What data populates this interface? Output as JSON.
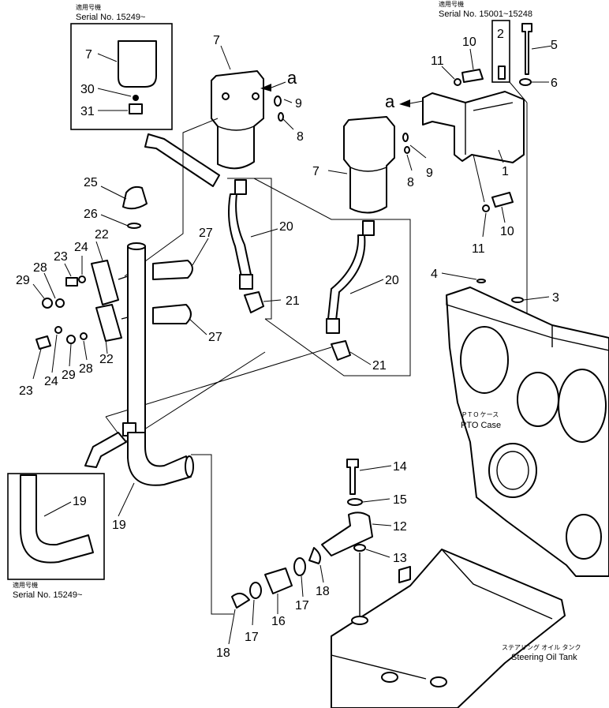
{
  "callouts": [
    {
      "id": "c-7a",
      "label": "7"
    },
    {
      "id": "c-30",
      "label": "30"
    },
    {
      "id": "c-31",
      "label": "31"
    },
    {
      "id": "c-7b",
      "label": "7"
    },
    {
      "id": "c-a1",
      "label": "a"
    },
    {
      "id": "c-9a",
      "label": "9"
    },
    {
      "id": "c-8a",
      "label": "8"
    },
    {
      "id": "c-7c",
      "label": "7"
    },
    {
      "id": "c-9b",
      "label": "9"
    },
    {
      "id": "c-8b",
      "label": "8"
    },
    {
      "id": "c-2",
      "label": "2"
    },
    {
      "id": "c-5",
      "label": "5"
    },
    {
      "id": "c-10a",
      "label": "10"
    },
    {
      "id": "c-11a",
      "label": "11"
    },
    {
      "id": "c-a2",
      "label": "a"
    },
    {
      "id": "c-6",
      "label": "6"
    },
    {
      "id": "c-1",
      "label": "1"
    },
    {
      "id": "c-10b",
      "label": "10"
    },
    {
      "id": "c-11b",
      "label": "11"
    },
    {
      "id": "c-25",
      "label": "25"
    },
    {
      "id": "c-26",
      "label": "26"
    },
    {
      "id": "c-22a",
      "label": "22"
    },
    {
      "id": "c-27a",
      "label": "27"
    },
    {
      "id": "c-28a",
      "label": "28"
    },
    {
      "id": "c-23a",
      "label": "23"
    },
    {
      "id": "c-24a",
      "label": "24"
    },
    {
      "id": "c-29a",
      "label": "29"
    },
    {
      "id": "c-20a",
      "label": "20"
    },
    {
      "id": "c-21a",
      "label": "21"
    },
    {
      "id": "c-20b",
      "label": "20"
    },
    {
      "id": "c-21b",
      "label": "21"
    },
    {
      "id": "c-27b",
      "label": "27"
    },
    {
      "id": "c-23b",
      "label": "23"
    },
    {
      "id": "c-24b",
      "label": "24"
    },
    {
      "id": "c-29b",
      "label": "29"
    },
    {
      "id": "c-28b",
      "label": "28"
    },
    {
      "id": "c-22b",
      "label": "22"
    },
    {
      "id": "c-4",
      "label": "4"
    },
    {
      "id": "c-3",
      "label": "3"
    },
    {
      "id": "c-19a",
      "label": "19"
    },
    {
      "id": "c-19b",
      "label": "19"
    },
    {
      "id": "c-14",
      "label": "14"
    },
    {
      "id": "c-15",
      "label": "15"
    },
    {
      "id": "c-12",
      "label": "12"
    },
    {
      "id": "c-13",
      "label": "13"
    },
    {
      "id": "c-18a",
      "label": "18"
    },
    {
      "id": "c-17a",
      "label": "17"
    },
    {
      "id": "c-16",
      "label": "16"
    },
    {
      "id": "c-17b",
      "label": "17"
    },
    {
      "id": "c-18b",
      "label": "18"
    }
  ],
  "captions": {
    "inset_top": {
      "jp": "適用号機",
      "en": "Serial  No.  15249~"
    },
    "inset_bottom": {
      "jp": "適用号機",
      "en": "Serial  No.  15249~"
    },
    "serial_right": {
      "jp": "適用号機",
      "en": "Serial  No.  15001~15248"
    },
    "pto": {
      "jp": "P T O  ケース",
      "en": "PTO Case"
    },
    "tank": {
      "jp": "ステアリング オイル タンク",
      "en": "Steering Oil Tank"
    }
  },
  "colors": {
    "ink": "#000000",
    "paper": "#ffffff"
  }
}
